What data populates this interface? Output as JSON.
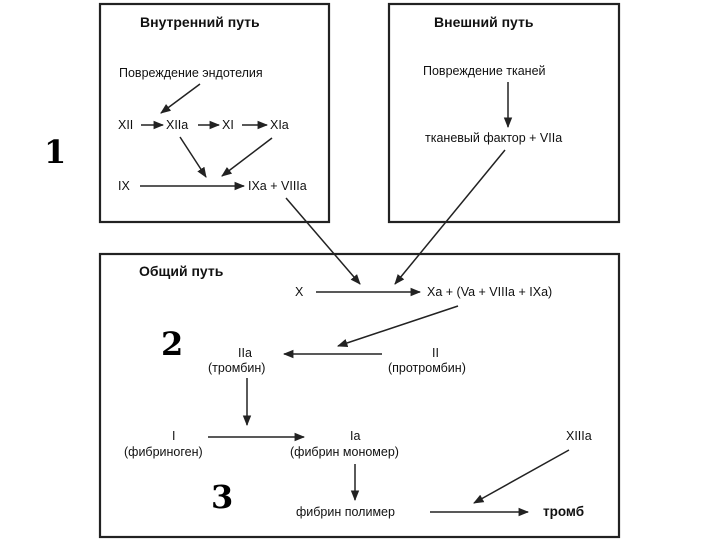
{
  "intrinsic": {
    "title": "Внутренний путь",
    "endothelium": "Повреждение эндотелия",
    "xii": "XII",
    "xiia": "XIIa",
    "xi": "XI",
    "xia": "XIa",
    "ix": "IX",
    "ixa_viiia": "IXa + VIIIa"
  },
  "extrinsic": {
    "title": "Внешний путь",
    "tissue_damage": "Повреждение тканей",
    "tissue_factor": "тканевый фактор + VIIa"
  },
  "common": {
    "title": "Общий путь",
    "x": "X",
    "xa_complex": "Xa + (Va + VIIIa + IXa)",
    "iia": "IIa",
    "thrombin": "(тромбин)",
    "ii": "II",
    "prothrombin": "(протромбин)",
    "i": "I",
    "fibrinogen": "(фибриноген)",
    "ia": "Ia",
    "fibrin_monomer": "(фибрин мономер)",
    "xiiia": "XIIIa",
    "fibrin_polymer": "фибрин полимер",
    "thrombus": "тромб"
  },
  "stage_labels": {
    "one": "1",
    "two": "2",
    "three": "3"
  }
}
